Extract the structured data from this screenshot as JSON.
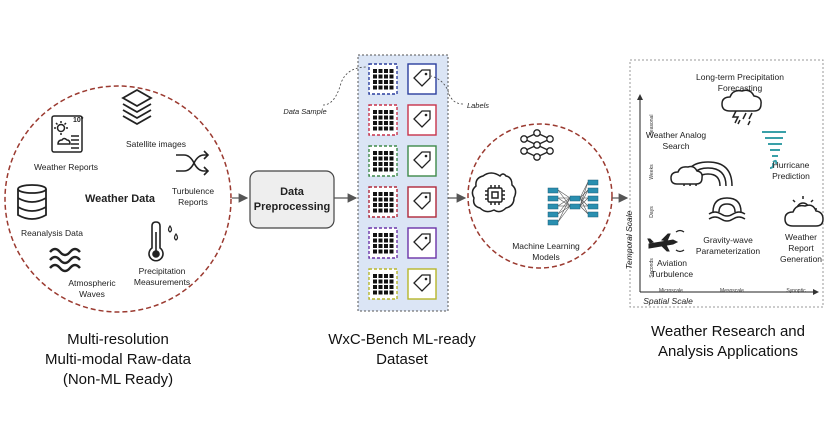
{
  "raw_data": {
    "title": "Weather Data",
    "items": {
      "weather_reports": "Weather Reports",
      "satellite_images": "Satellite images",
      "turbulence_reports_1": "Turbulence",
      "turbulence_reports_2": "Reports",
      "reanalysis_data": "Reanalysis Data",
      "atmospheric_waves_1": "Atmospheric",
      "atmospheric_waves_2": "Waves",
      "precipitation_1": "Precipitation",
      "precipitation_2": "Measurements"
    },
    "report_badge": "10°",
    "caption_lines": [
      "Multi-resolution",
      "Multi-modal Raw-data",
      "(Non-ML Ready)"
    ]
  },
  "preprocessing": {
    "line1": "Data",
    "line2": "Preprocessing"
  },
  "dataset": {
    "data_sample_label": "Data Sample",
    "labels_label": "Labels",
    "caption_lines": [
      "WxC-Bench ML-ready",
      "Dataset"
    ],
    "row_colors": [
      "#2b3f9e",
      "#c8324a",
      "#3e8a4a",
      "#b0283a",
      "#6b34a8",
      "#b7b62a"
    ]
  },
  "models": {
    "label_1": "Machine Learning",
    "label_2": "Models"
  },
  "applications": {
    "long_term_1": "Long-term Precipitation",
    "long_term_2": "Forecasting",
    "analog_1": "Weather Analog",
    "analog_2": "Search",
    "hurricane_1": "Hurricane",
    "hurricane_2": "Prediction",
    "gravity_1": "Gravity-wave",
    "gravity_2": "Parameterization",
    "report_gen_1": "Weather",
    "report_gen_2": "Report",
    "report_gen_3": "Generation",
    "aviation_1": "Aviation",
    "aviation_2": "Turbulence",
    "y_axis_title": "Temporal Scale",
    "x_axis_title": "Spatial Scale",
    "y_ticks": [
      "Seconds",
      "Days",
      "Weeks",
      "Seasonal"
    ],
    "x_ticks": [
      "Microscale",
      "Mesoscale",
      "Synoptic"
    ],
    "caption_lines": [
      "Weather Research and",
      "Analysis Applications"
    ]
  }
}
